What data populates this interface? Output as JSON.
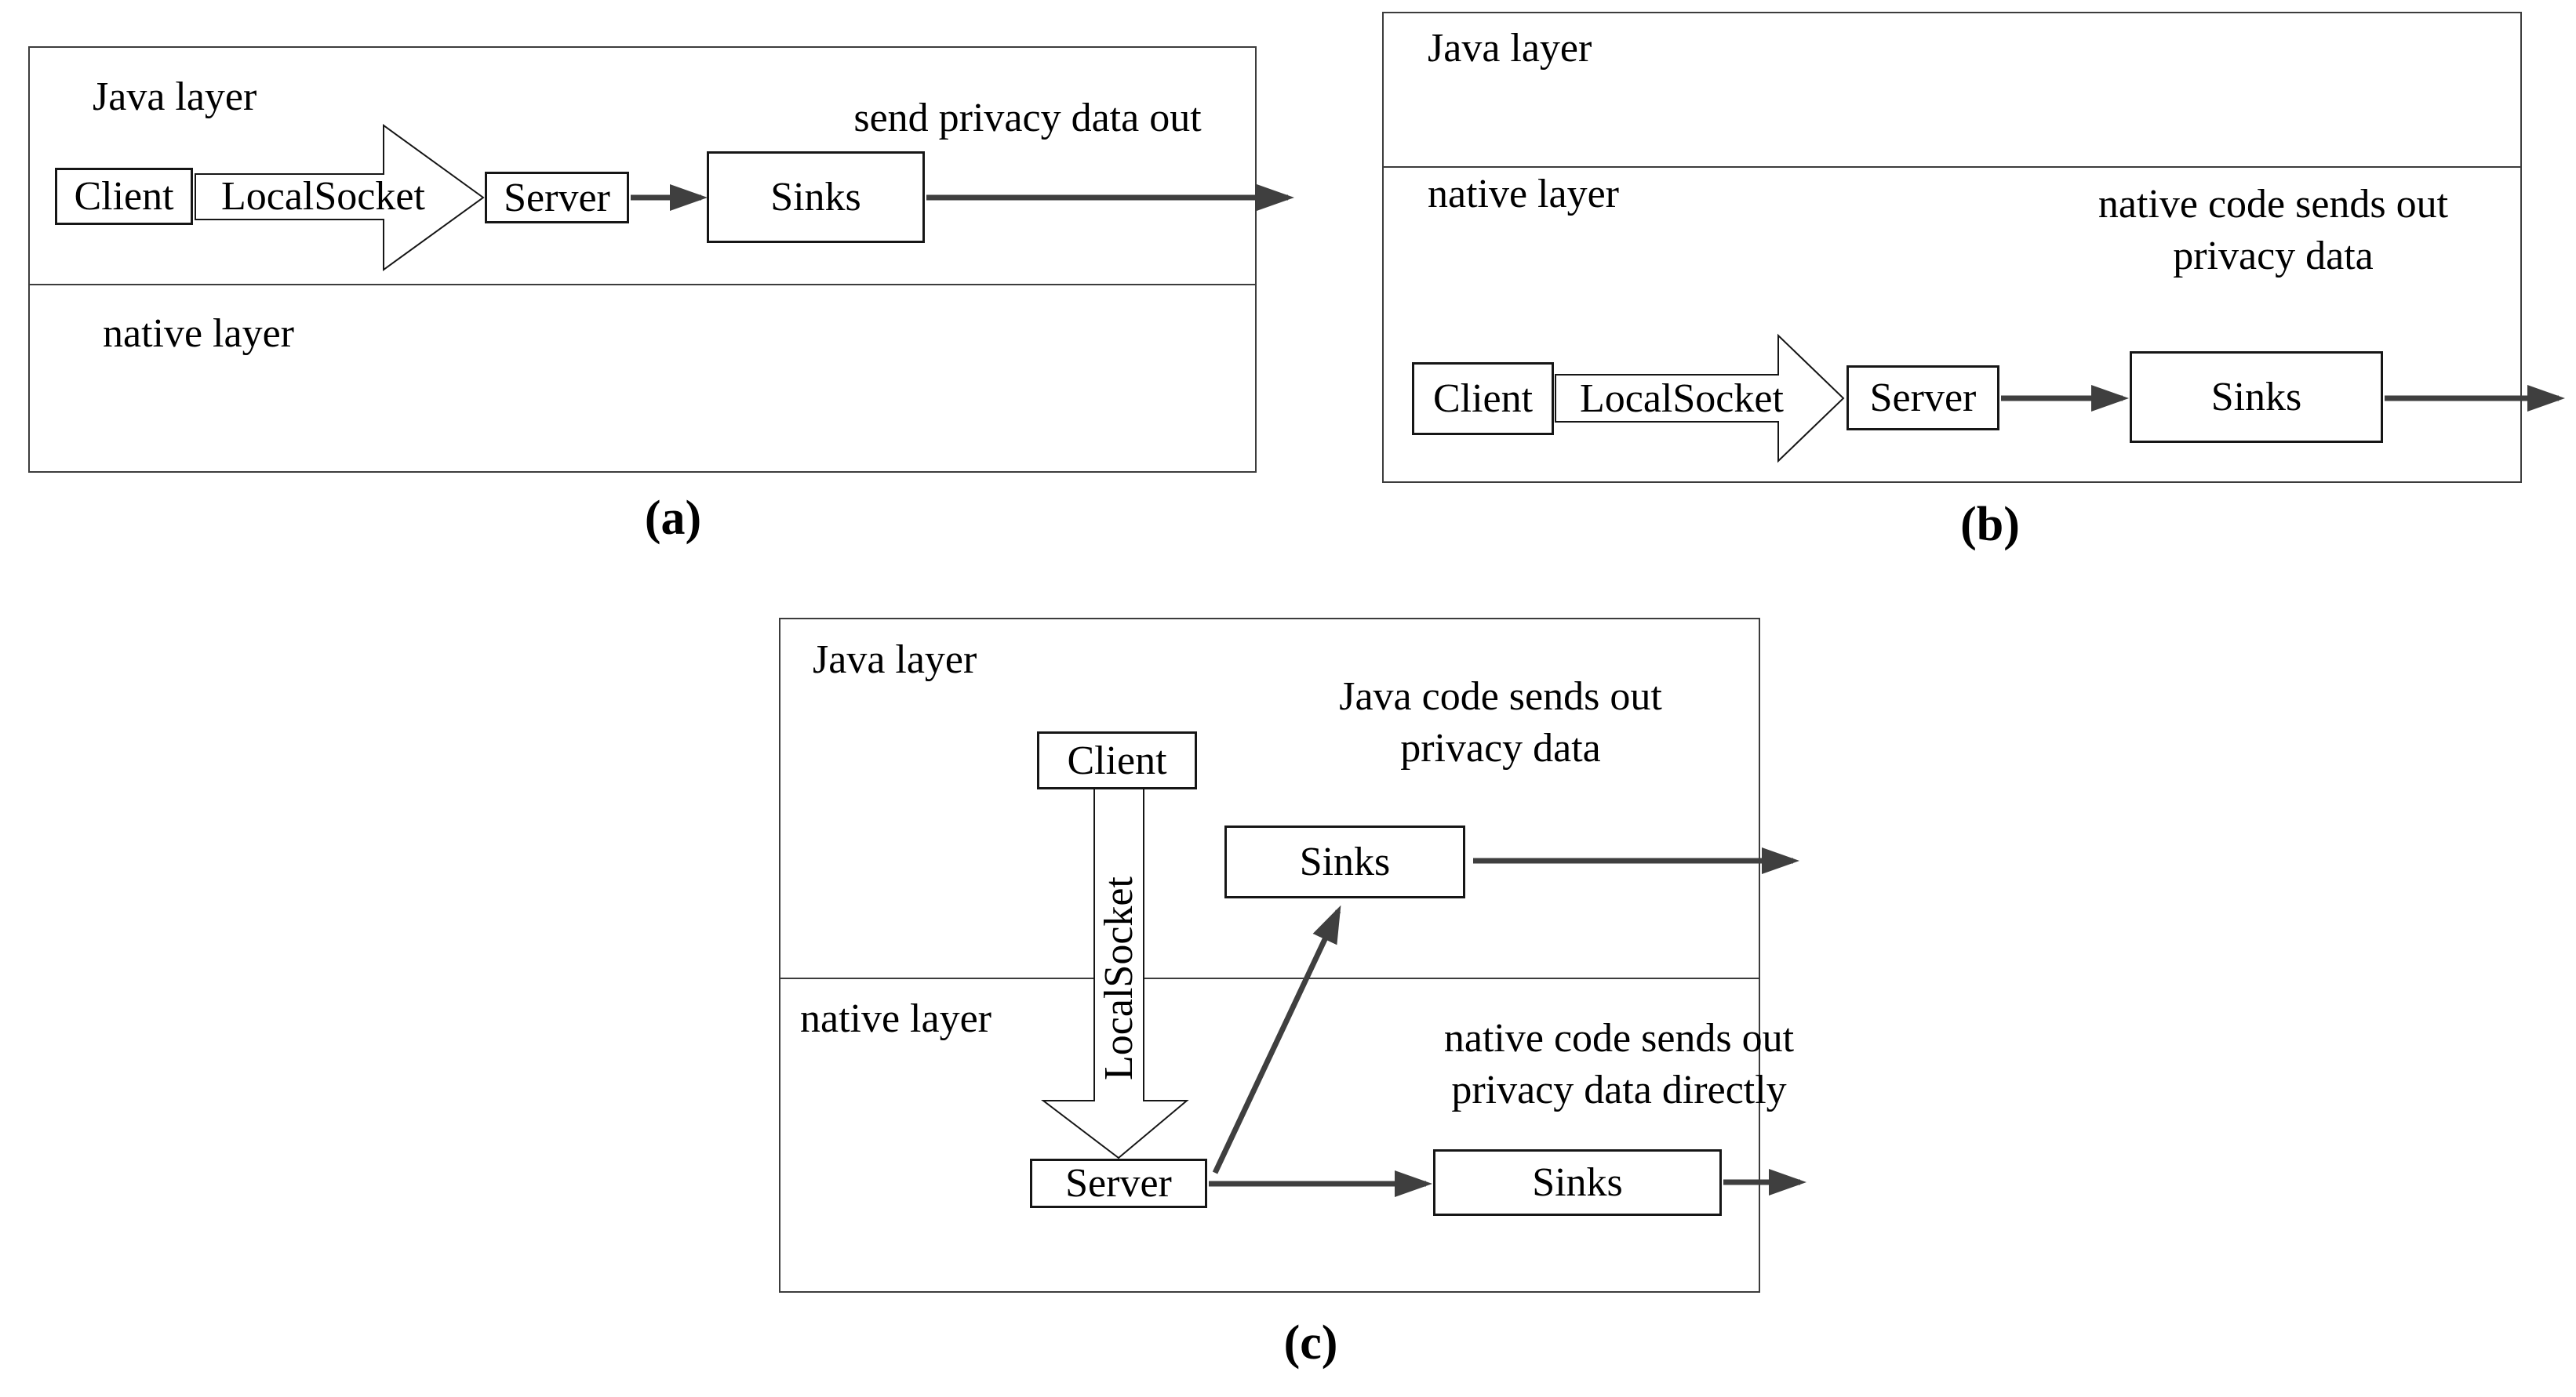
{
  "figure_type": "android-localsocket-privacy-leak-diagram",
  "colors": {
    "background": "#ffffff",
    "text": "#000000",
    "node_border": "#161616",
    "panel_border": "#3c3c3c",
    "arrow": "#3f3f3f"
  },
  "panels": {
    "a": {
      "caption": "(a)",
      "java_layer": "Java layer",
      "native_layer": "native layer",
      "client": "Client",
      "localsocket": "LocalSocket",
      "server": "Server",
      "sinks": "Sinks",
      "annotation": [
        "send privacy data out"
      ]
    },
    "b": {
      "caption": "(b)",
      "java_layer": "Java layer",
      "native_layer": "native layer",
      "client": "Client",
      "localsocket": "LocalSocket",
      "server": "Server",
      "sinks": "Sinks",
      "annotation": [
        "native code sends out",
        "privacy data"
      ]
    },
    "c": {
      "caption": "(c)",
      "java_layer": "Java layer",
      "native_layer": "native layer",
      "client": "Client",
      "localsocket": "LocalSocket",
      "server": "Server",
      "sinks_java": "Sinks",
      "sinks_native": "Sinks",
      "annotation_java": [
        "Java code sends out",
        "privacy data"
      ],
      "annotation_native": [
        "native code sends out",
        "privacy data directly"
      ]
    }
  }
}
